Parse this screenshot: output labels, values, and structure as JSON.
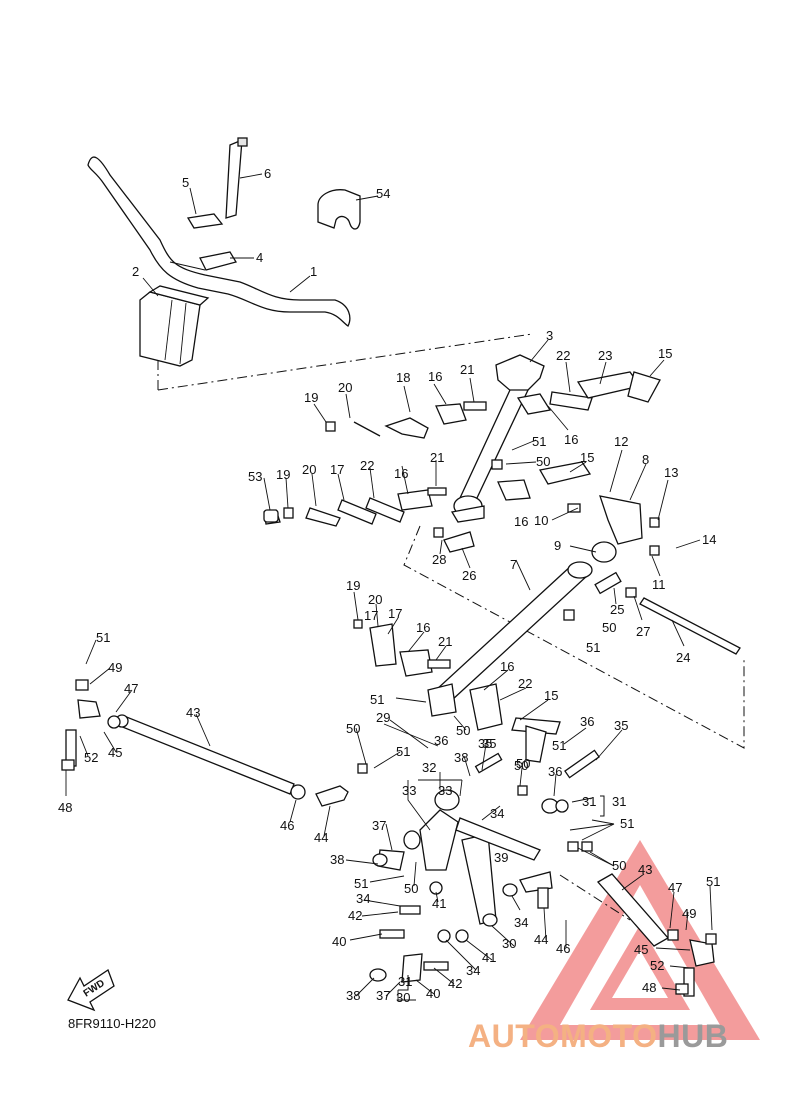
{
  "diagram": {
    "code": "8FR9110-H220",
    "fwd_label": "FWD",
    "watermark": {
      "part_a": "AUTOMOTO",
      "part_b": "HUB"
    },
    "callouts": [
      "1",
      "2",
      "3",
      "4",
      "5",
      "6",
      "7",
      "8",
      "9",
      "10",
      "11",
      "12",
      "13",
      "14",
      "15",
      "16",
      "17",
      "18",
      "19",
      "20",
      "21",
      "22",
      "23",
      "24",
      "25",
      "26",
      "27",
      "28",
      "29",
      "30",
      "31",
      "32",
      "33",
      "34",
      "35",
      "36",
      "37",
      "38",
      "39",
      "40",
      "41",
      "42",
      "43",
      "44",
      "45",
      "46",
      "47",
      "48",
      "49",
      "50",
      "51",
      "52",
      "53",
      "54"
    ]
  }
}
